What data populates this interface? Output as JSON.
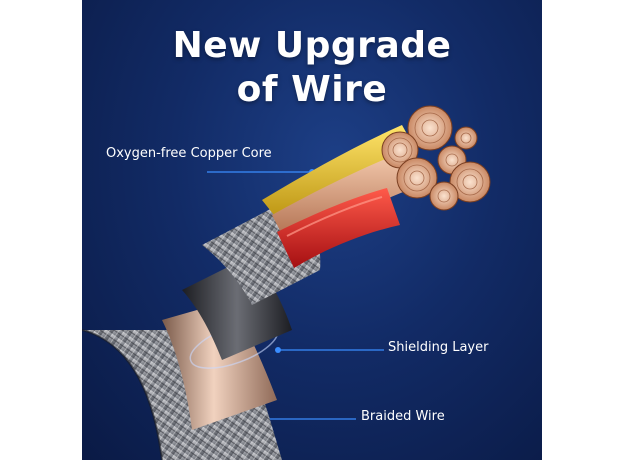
{
  "poster": {
    "headline_line1": "New Upgrade",
    "headline_line2": "of Wire"
  },
  "callouts": {
    "core": "Oxygen-free Copper Core",
    "shielding": "Shielding Layer",
    "braided": "Braided Wire"
  },
  "colors": {
    "background": "#122b66",
    "accent_line": "#3a8dff",
    "copper": "#e8b08a",
    "red_wire": "#e02a2a",
    "yellow_wire": "#e8c531"
  }
}
